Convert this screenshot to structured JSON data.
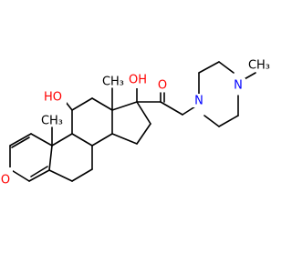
{
  "molecule": {
    "atom_color_oxygen": "#FF0000",
    "atom_color_nitrogen": "#0000FF",
    "atom_color_carbon": "#000000",
    "labels": {
      "ketone_o": "O",
      "hydroxyl_11": "HO",
      "methyl_10": "CH₃",
      "methyl_13": "CH₃",
      "hydroxyl_17": "OH",
      "side_chain_o": "O",
      "piperazine_n1": "N",
      "piperazine_n4": "N",
      "n_methyl": "CH₃"
    }
  }
}
